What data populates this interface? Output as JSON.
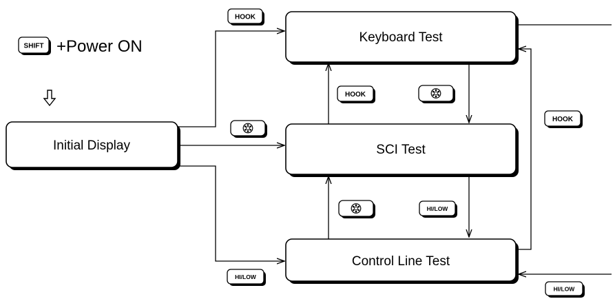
{
  "title_hint": {
    "key_label": "SHIFT",
    "text": "+Power ON"
  },
  "boxes": {
    "initial_display": "Initial Display",
    "keyboard_test": "Keyboard Test",
    "sci_test": "SCI Test",
    "control_line_test": "Control Line Test"
  },
  "keys": {
    "hook": "HOOK",
    "hilow": "HI/LOW",
    "dial_icon": "dial-button-icon"
  }
}
